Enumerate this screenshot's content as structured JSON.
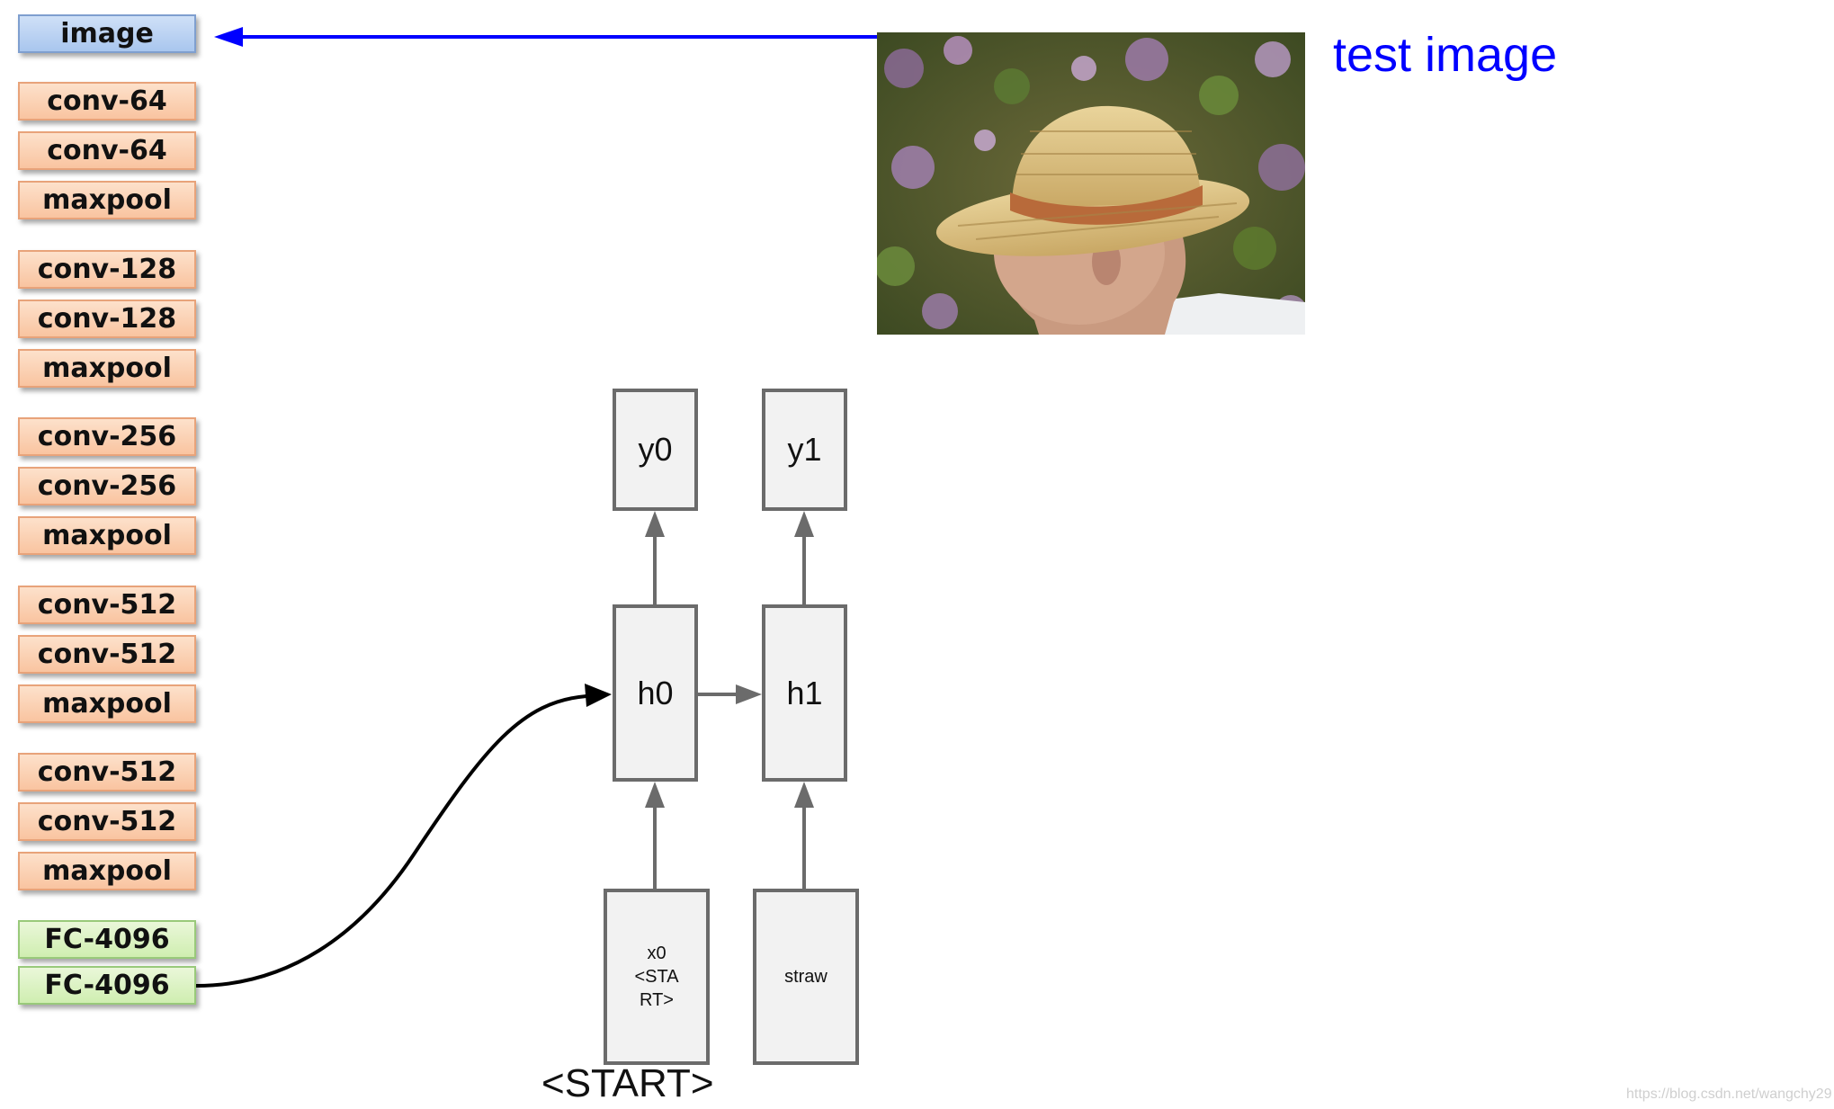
{
  "cnn": {
    "input": "image",
    "layers": [
      "conv-64",
      "conv-64",
      "maxpool",
      "conv-128",
      "conv-128",
      "maxpool",
      "conv-256",
      "conv-256",
      "maxpool",
      "conv-512",
      "conv-512",
      "maxpool",
      "conv-512",
      "conv-512",
      "maxpool"
    ],
    "fc": [
      "FC-4096",
      "FC-4096"
    ]
  },
  "rnn": {
    "outputs": [
      "y0",
      "y1"
    ],
    "hidden": [
      "h0",
      "h1"
    ],
    "inputs": [
      "x0\n<STA\nRT>",
      "straw"
    ],
    "start_label": "<START>"
  },
  "test_image_label": "test image",
  "watermark": "https://blog.csdn.net/wangchy29",
  "colors": {
    "test_label": "#0000ff",
    "node_border": "#6b6b6b",
    "node_fill": "#f2f2f2"
  }
}
